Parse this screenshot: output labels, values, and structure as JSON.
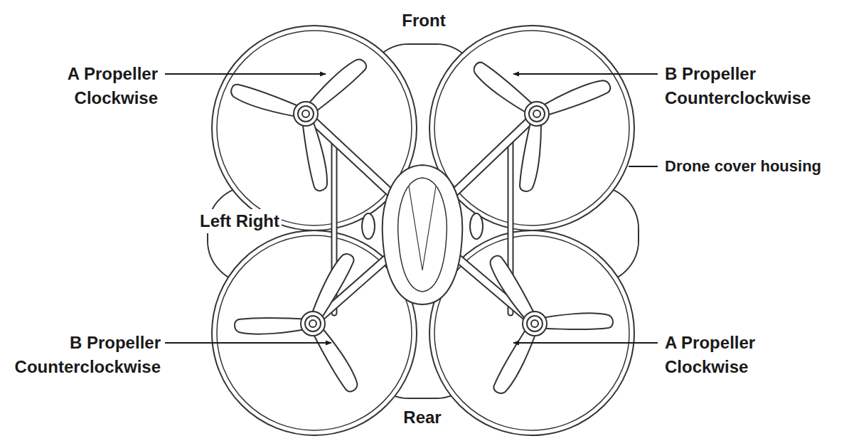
{
  "diagram": {
    "labels": [
      "Front",
      "A Propeller Clockwise",
      "B Propeller Counterclockwise",
      "Drone cover housing",
      "Left Right",
      "B Propeller Counterclockwise",
      "A Propeller Clockwise",
      "Rear"
    ]
  }
}
